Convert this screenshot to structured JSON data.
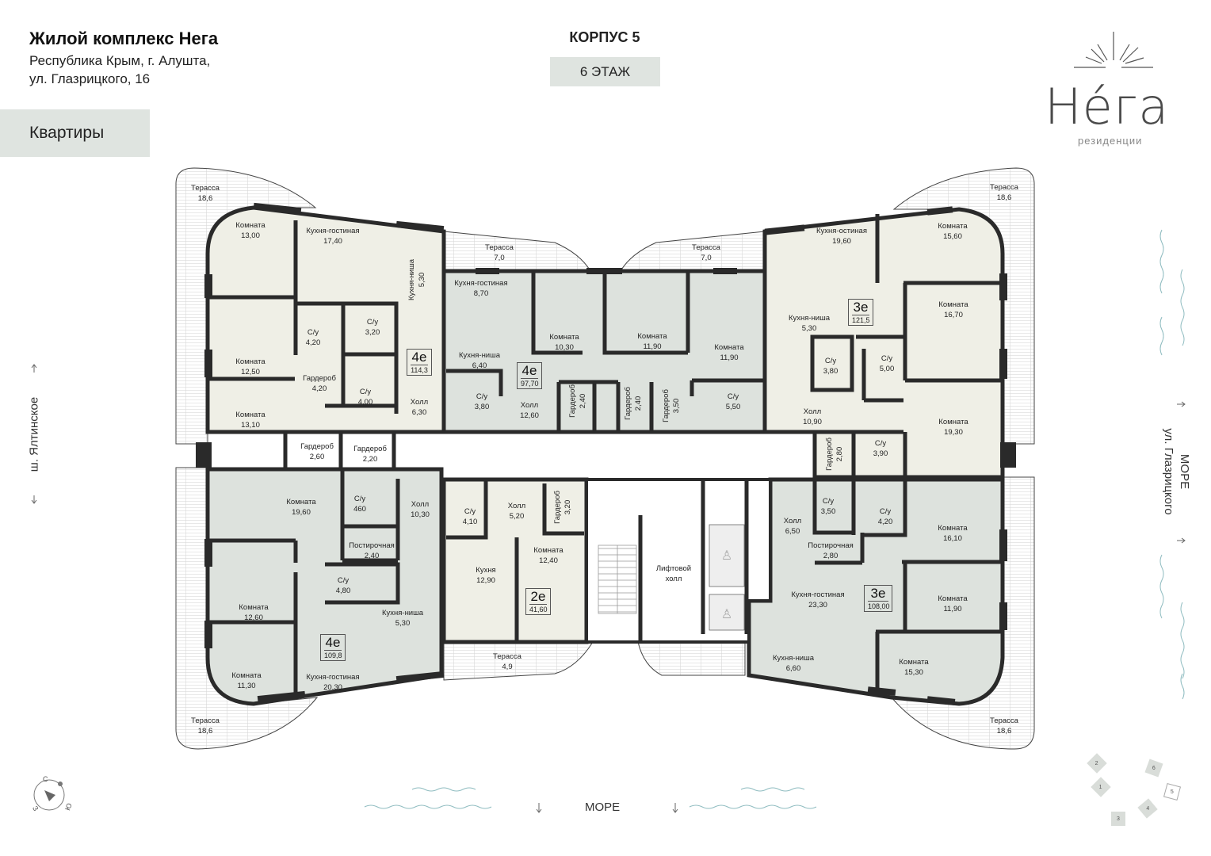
{
  "header": {
    "title": "Жилой комплекс Нега",
    "address_line1": "Республика Крым, г. Алушта,",
    "address_line2": "ул. Глазрицкого, 16",
    "tab_label": "Квартиры",
    "building": "КОРПУС 5",
    "floor": "6 ЭТАЖ"
  },
  "logo": {
    "word": "Нéга",
    "subtitle": "резиденции"
  },
  "directions": {
    "left": "ш. Ялтинское",
    "right_line1": "МОРЕ",
    "right_line2": "ул. Глазрицкого",
    "bottom": "МОРЕ"
  },
  "compass": {
    "north": "С",
    "south": "Ю",
    "west": "З"
  },
  "building_map": {
    "sections": [
      "1",
      "2",
      "3",
      "4",
      "5",
      "6"
    ],
    "active": "5"
  },
  "colors": {
    "cream": "#efefe6",
    "sage": "#dde2dd",
    "wall": "#2a2a2a",
    "accent": "#dfe4e0",
    "wave": "#8fbcc0"
  },
  "common": {
    "lift_hall_line1": "Лифтовой",
    "lift_hall_line2": "холл"
  },
  "apartments": [
    {
      "type": "4е",
      "area": "114,3",
      "rooms": [
        {
          "name": "Терасса",
          "area": "18,6"
        },
        {
          "name": "Комната",
          "area": "13,00"
        },
        {
          "name": "Кухня-гостиная",
          "area": "17,40"
        },
        {
          "name": "Кухня-ниша",
          "area": "5,30"
        },
        {
          "name": "С/у",
          "area": "4,20"
        },
        {
          "name": "С/у",
          "area": "3,20"
        },
        {
          "name": "Комната",
          "area": "12,50"
        },
        {
          "name": "Гардероб",
          "area": "4,20"
        },
        {
          "name": "С/у",
          "area": "4,00"
        },
        {
          "name": "Холл",
          "area": "6,30"
        },
        {
          "name": "Комната",
          "area": "13,10"
        },
        {
          "name": "Гардероб",
          "area": "2,60"
        },
        {
          "name": "Гардероб",
          "area": "2,20"
        }
      ]
    },
    {
      "type": "4е",
      "area": "97,70",
      "rooms": [
        {
          "name": "Терасса",
          "area": "7,0"
        },
        {
          "name": "Терасса",
          "area": "7,0"
        },
        {
          "name": "Кухня-гостиная",
          "area": "8,70"
        },
        {
          "name": "Комната",
          "area": "10,30"
        },
        {
          "name": "Комната",
          "area": "11,90"
        },
        {
          "name": "Комната",
          "area": "11,90"
        },
        {
          "name": "Кухня-ниша",
          "area": "6,40"
        },
        {
          "name": "С/у",
          "area": "3,80"
        },
        {
          "name": "Холл",
          "area": "12,60"
        },
        {
          "name": "Гардероб",
          "area": "2,40"
        },
        {
          "name": "Гардероб",
          "area": "2,40"
        },
        {
          "name": "Гардероб",
          "area": "3,50"
        },
        {
          "name": "С/у",
          "area": "5,50"
        }
      ]
    },
    {
      "type": "3е",
      "area": "121,5",
      "rooms": [
        {
          "name": "Терасса",
          "area": "18,6"
        },
        {
          "name": "Кухня-остиная",
          "area": "19,60"
        },
        {
          "name": "Комната",
          "area": "15,60"
        },
        {
          "name": "Комната",
          "area": "16,70"
        },
        {
          "name": "Кухня-ниша",
          "area": "5,30"
        },
        {
          "name": "С/у",
          "area": "3,80"
        },
        {
          "name": "С/у",
          "area": "5,00"
        },
        {
          "name": "Холл",
          "area": "10,90"
        },
        {
          "name": "Комната",
          "area": "19,30"
        },
        {
          "name": "Гардероб",
          "area": "2,80"
        },
        {
          "name": "С/у",
          "area": "3,90"
        }
      ]
    },
    {
      "type": "4е",
      "area": "109,8",
      "rooms": [
        {
          "name": "Комната",
          "area": "19,60"
        },
        {
          "name": "С/у",
          "area": "460"
        },
        {
          "name": "Холл",
          "area": "10,30"
        },
        {
          "name": "Постирочная",
          "area": "2,40"
        },
        {
          "name": "С/у",
          "area": "4,80"
        },
        {
          "name": "Комната",
          "area": "12,60"
        },
        {
          "name": "Кухня-ниша",
          "area": "5,30"
        },
        {
          "name": "Комната",
          "area": "11,30"
        },
        {
          "name": "Кухня-гостиная",
          "area": "20,30"
        },
        {
          "name": "Терасса",
          "area": "18,6"
        }
      ]
    },
    {
      "type": "2е",
      "area": "41,60",
      "rooms": [
        {
          "name": "С/у",
          "area": "4,10"
        },
        {
          "name": "Холл",
          "area": "5,20"
        },
        {
          "name": "Гардероб",
          "area": "3,20"
        },
        {
          "name": "Комната",
          "area": "12,40"
        },
        {
          "name": "Кухня",
          "area": "12,90"
        },
        {
          "name": "Терасса",
          "area": "4,9"
        }
      ]
    },
    {
      "type": "3е",
      "area": "108,00",
      "rooms": [
        {
          "name": "С/у",
          "area": "3,50"
        },
        {
          "name": "С/у",
          "area": "4,20"
        },
        {
          "name": "Холл",
          "area": "6,50"
        },
        {
          "name": "Комната",
          "area": "16,10"
        },
        {
          "name": "Постирочная",
          "area": "2,80"
        },
        {
          "name": "Кухня-гостиная",
          "area": "23,30"
        },
        {
          "name": "Комната",
          "area": "11,90"
        },
        {
          "name": "Кухня-ниша",
          "area": "6,60"
        },
        {
          "name": "Комната",
          "area": "15,30"
        },
        {
          "name": "Терасса",
          "area": "18,6"
        }
      ]
    }
  ]
}
